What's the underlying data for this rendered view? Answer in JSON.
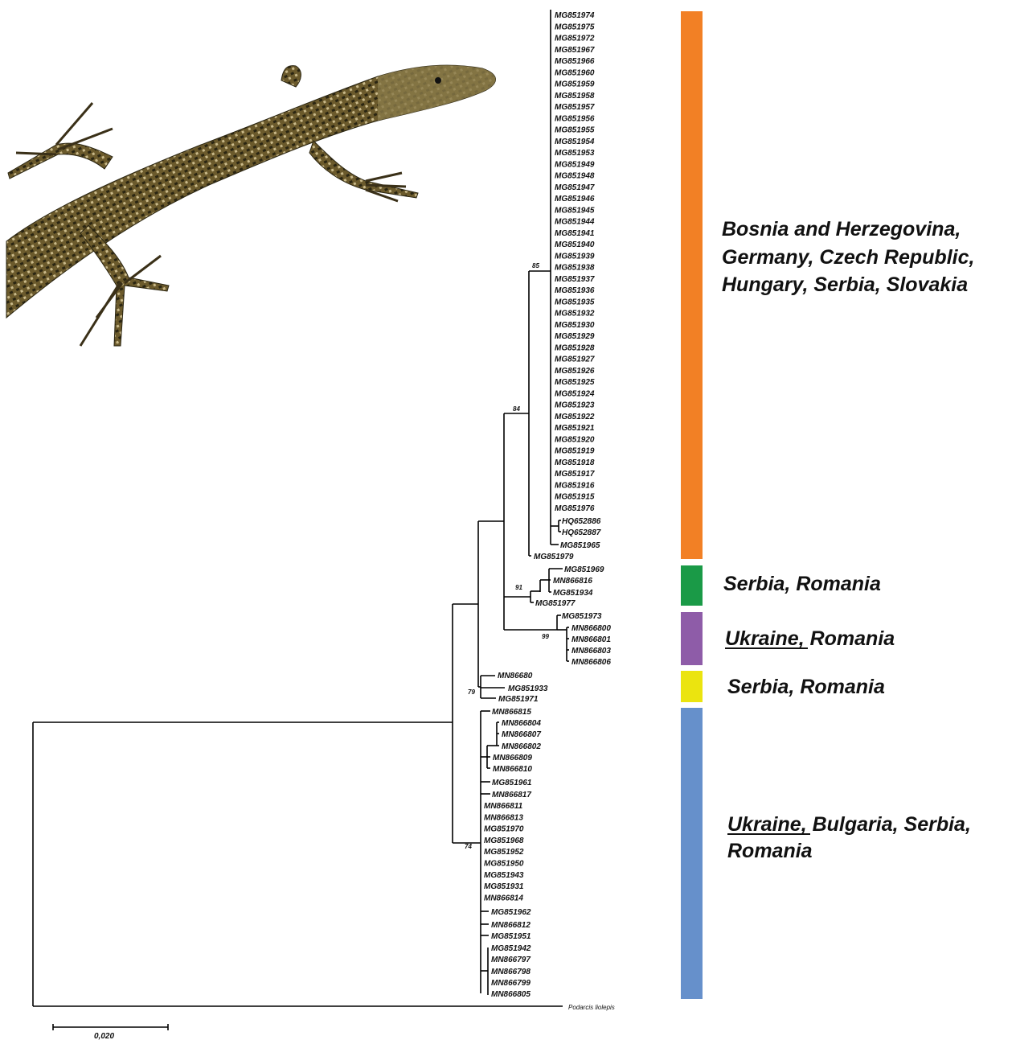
{
  "figure": {
    "outgroup": "Podarcis liolepis",
    "scale_bar": {
      "label": "0,020",
      "value": 0.02
    },
    "clades": [
      {
        "key": "orange",
        "color": "#f28025",
        "region_lines": [
          "Bosnia and Herzegovina,",
          "Germany, Czech Republic,",
          "Hungary, Serbia, Slovakia"
        ],
        "support": "85"
      },
      {
        "key": "green",
        "color": "#1a9a47",
        "region_lines": [
          "Serbia, Romania"
        ],
        "support": "91"
      },
      {
        "key": "purple",
        "color": "#8e5ca8",
        "region_lines": [
          "Ukraine, Romania"
        ],
        "underlined": "Ukraine",
        "support": "99"
      },
      {
        "key": "yellow",
        "color": "#ebe40f",
        "region_lines": [
          "Serbia, Romania"
        ],
        "support": "79"
      },
      {
        "key": "blue",
        "color": "#6690cb",
        "region_lines": [
          "Ukraine, Bulgaria, Serbia,",
          "Romania"
        ],
        "underlined": "Ukraine",
        "support": "74"
      }
    ],
    "inner_support": "84",
    "leaves": {
      "orange_main": [
        "MG851974",
        "MG851975",
        "MG851972",
        "MG851967",
        "MG851966",
        "MG851960",
        "MG851959",
        "MG851958",
        "MG851957",
        "MG851956",
        "MG851955",
        "MG851954",
        "MG851953",
        "MG851949",
        "MG851948",
        "MG851947",
        "MG851946",
        "MG851945",
        "MG851944",
        "MG851941",
        "MG851940",
        "MG851939",
        "MG851938",
        "MG851937",
        "MG851936",
        "MG851935",
        "MG851932",
        "MG851930",
        "MG851929",
        "MG851928",
        "MG851927",
        "MG851926",
        "MG851925",
        "MG851924",
        "MG851923",
        "MG851922",
        "MG851921",
        "MG851920",
        "MG851919",
        "MG851918",
        "MG851917",
        "MG851916",
        "MG851915",
        "MG851976"
      ],
      "orange_hq": [
        "HQ652886",
        "HQ652887"
      ],
      "orange_tail": [
        "MG851965",
        "MG851979"
      ],
      "green": [
        "MG851969",
        "MN866816",
        "MG851934",
        "MG851977"
      ],
      "purple": [
        "MG851973",
        "MN866800",
        "MN866801",
        "MN866803",
        "MN866806"
      ],
      "yellow": [
        "MN86680",
        "MG851933",
        "MG851971"
      ],
      "blue": [
        "MN866815",
        "MN866804",
        "MN866807",
        "MN866802",
        "MN866809",
        "MN866810",
        "MG851961",
        "MN866817",
        "MN866811",
        "MN866813",
        "MG851970",
        "MG851968",
        "MG851952",
        "MG851950",
        "MG851943",
        "MG851931",
        "MN866814",
        "MG851962",
        "MN866812",
        "MG851951",
        "MG851942",
        "MN866797",
        "MN866798",
        "MN866799",
        "MN866805"
      ]
    },
    "illustration": {
      "icon": "lizard-illustration",
      "colors": {
        "body": "#6b5a2c",
        "pattern": "#2a2512",
        "light": "#c9b98a"
      }
    }
  }
}
